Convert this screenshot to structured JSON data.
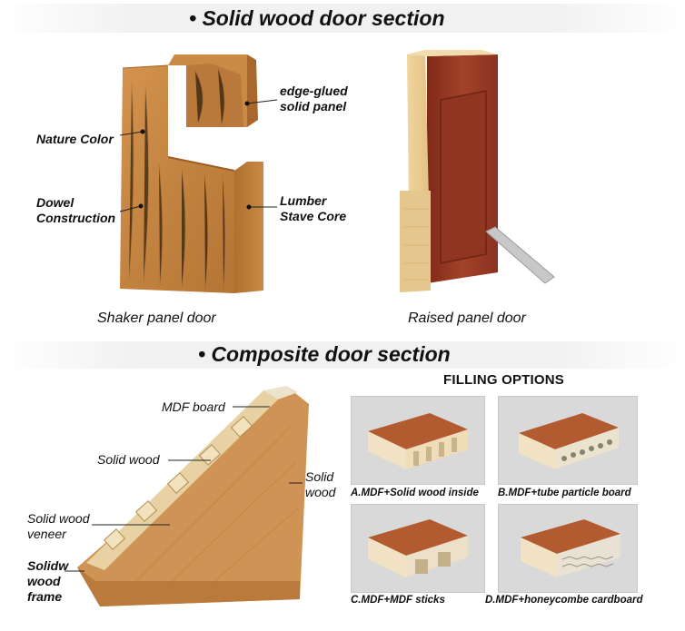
{
  "solid_section": {
    "title": "• Solid wood door section",
    "left_caption": "Shaker panel door",
    "right_caption": "Raised panel door",
    "labels": {
      "nature_color": "Nature Color",
      "dowel": "Dowel\nConstruction",
      "edge_glued": "edge-glued\nsolid panel",
      "lumber": "Lumber\nStave Core"
    }
  },
  "composite_section": {
    "title": "• Composite door section",
    "labels": {
      "mdf_board": "MDF board",
      "solid_wood_inner": "Solid wood",
      "solid_wood_right": "Solid\nwood",
      "veneer": "Solid wood\nveneer",
      "frame": "Solidw\nwood\nframe"
    }
  },
  "filling": {
    "title": "FILLING OPTIONS",
    "options": [
      "A.MDF+Solid wood inside",
      "B.MDF+tube particle board",
      "C.MDF+MDF sticks",
      "D.MDF+honeycombe cardboard"
    ]
  },
  "colors": {
    "oak": "#c98a45",
    "oak_dark": "#a8672c",
    "cherry": "#9e3a24",
    "mdf": "#e4d9c0"
  }
}
